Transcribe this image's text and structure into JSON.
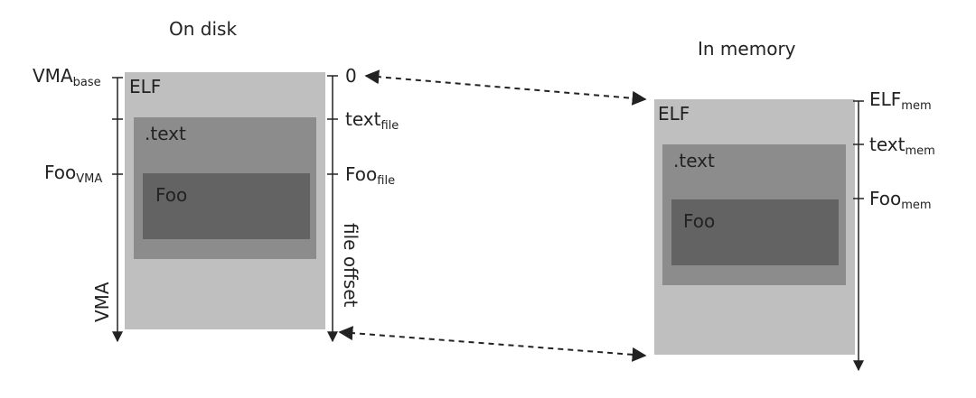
{
  "disk": {
    "heading": "On disk",
    "elf_label": "ELF",
    "text_label": ".text",
    "foo_label": "Foo",
    "vma_base": {
      "main": "VMA",
      "sub": "base"
    },
    "foo_vma": {
      "main": "Foo",
      "sub": "VMA"
    },
    "zero_label": "0",
    "text_file": {
      "main": "text",
      "sub": "file"
    },
    "foo_file": {
      "main": "Foo",
      "sub": "file"
    },
    "vma_axis_label": "VMA",
    "offset_axis_label": "file offset"
  },
  "memory": {
    "heading": "In memory",
    "elf_label": "ELF",
    "text_label": ".text",
    "foo_label": "Foo",
    "elf_mem": {
      "main": "ELF",
      "sub": "mem"
    },
    "text_mem": {
      "main": "text",
      "sub": "mem"
    },
    "foo_mem": {
      "main": "Foo",
      "sub": "mem"
    }
  },
  "colors": {
    "elf_fill": "#bfbfbf",
    "text_fill": "#8c8c8c",
    "foo_fill": "#636363",
    "line": "#222222"
  }
}
